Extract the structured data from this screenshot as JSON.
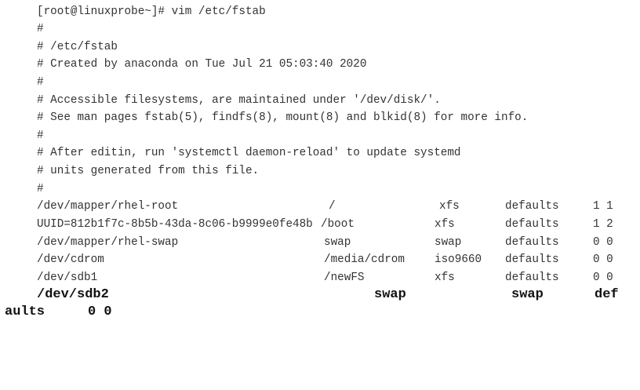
{
  "terminal": {
    "prompt_line": "[root@linuxprobe~]# vim /etc/fstab",
    "comments": [
      "#",
      "# /etc/fstab",
      "# Created by anaconda on Tue Jul 21 05:03:40 2020",
      "#",
      "# Accessible filesystems, are maintained under '/dev/disk/'.",
      "# See man pages fstab(5), findfs(8), mount(8) and blkid(8) for more info.",
      "#",
      "# After editin, run 'systemctl daemon-reload' to update systemd",
      "# units generated from this file.",
      "#"
    ],
    "fstab_entries": [
      {
        "device": "/dev/mapper/rhel-root",
        "mount": "/",
        "fstype": "xfs",
        "options": "defaults",
        "dump_pass": "1 1"
      },
      {
        "device": "UUID=812b1f7c-8b5b-43da-8c06-b9999e0fe48b",
        "mount": "/boot",
        "fstype": "xfs",
        "options": "defaults",
        "dump_pass": "1 2"
      },
      {
        "device": "/dev/mapper/rhel-swap",
        "mount": "swap",
        "fstype": "swap",
        "options": "defaults",
        "dump_pass": "0 0"
      },
      {
        "device": "/dev/cdrom",
        "mount": "/media/cdrom",
        "fstype": "iso9660",
        "options": "defaults",
        "dump_pass": "0 0"
      },
      {
        "device": "/dev/sdb1",
        "mount": "/newFS",
        "fstype": "xfs",
        "options": "defaults",
        "dump_pass": "0 0"
      }
    ],
    "new_entry": {
      "device": "/dev/sdb2",
      "mount": "swap",
      "fstype": "swap",
      "options_part1": "def",
      "options_part2": "aults",
      "dump_pass": "0 0"
    }
  }
}
